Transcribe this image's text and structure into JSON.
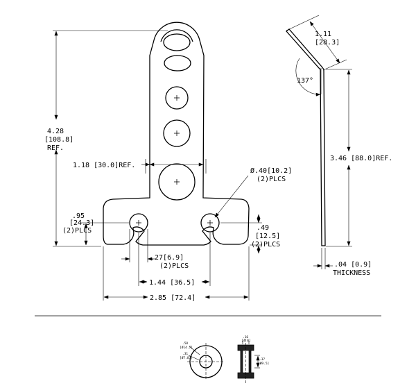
{
  "front_view": {
    "height_dim": [
      "4.28",
      "[108.8]",
      "REF."
    ],
    "neck_width_dim": "1.18 [30.0]REF.",
    "hole_dia_dim": [
      "Ø.40[10.2]",
      "(2)PLCS"
    ],
    "slot_height_dim": [
      ".95",
      "[24.3]",
      "(2)PLCS"
    ],
    "slot_offset_dim": [
      ".49",
      "[12.5]",
      "(2)PLCS"
    ],
    "slot_width_dim": [
      ".27[6.9]",
      "(2)PLCS"
    ],
    "hole_spacing_dim": "1.44 [36.5]",
    "overall_width_dim": "2.85 [72.4]"
  },
  "side_view": {
    "tab_length_dim": [
      "1.11",
      "[28.3]"
    ],
    "bend_angle": "137°",
    "length_dim": "3.46 [88.0]REF.",
    "thickness_dim": [
      ".04 [0.9]",
      "THICKNESS"
    ]
  },
  "grommet_detail": {
    "label_left": [
      ".58",
      "[Ø14.7]"
    ],
    "label_inner": [
      ".31",
      "[Ø7.87]"
    ],
    "label_right": [
      ".16",
      "[4.0]"
    ],
    "label_side": [
      ".37",
      "[Ø9.5]"
    ]
  }
}
